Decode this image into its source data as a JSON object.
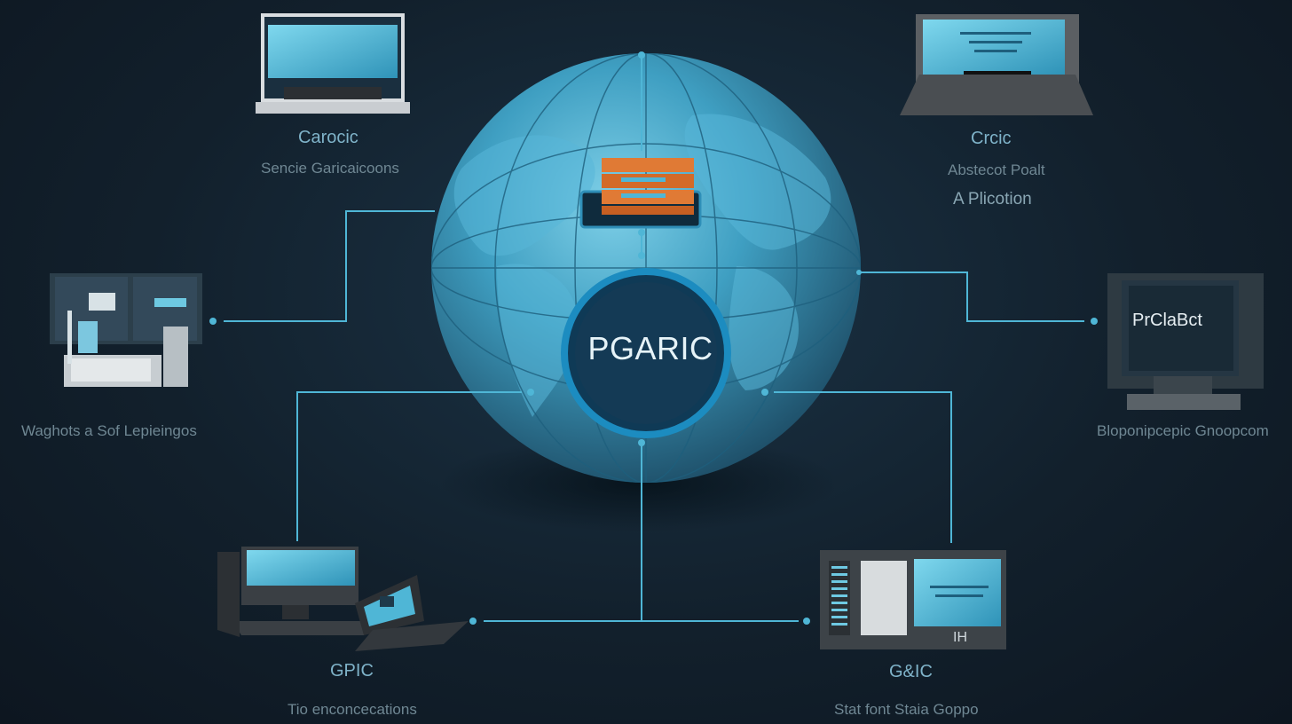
{
  "center": {
    "label": "PGARIC"
  },
  "nodes": {
    "top_left": {
      "title": "Carocic",
      "subtitle": "Sencie Garicaicoons"
    },
    "top_right": {
      "title": "Crcic",
      "subtitle_1": "Abstecot Poalt",
      "subtitle_2": "A Plicotion"
    },
    "mid_left": {
      "label": "Waghots a Sof Lepieingos"
    },
    "mid_right": {
      "label": "Bloponipcepic Gnoopcom",
      "screen_title": "PrClaBct"
    },
    "bottom_left": {
      "title": "GPIC",
      "subtitle": "Tio enconcecations"
    },
    "bottom_right": {
      "title": "G&IC",
      "subtitle": "Stat font Staia Goppo",
      "screen_label": "IH"
    }
  },
  "colors": {
    "connector": "#4fb6d6",
    "globe": "#3f9fc2",
    "accent_orange": "#e07a35",
    "background": "#12202c"
  }
}
